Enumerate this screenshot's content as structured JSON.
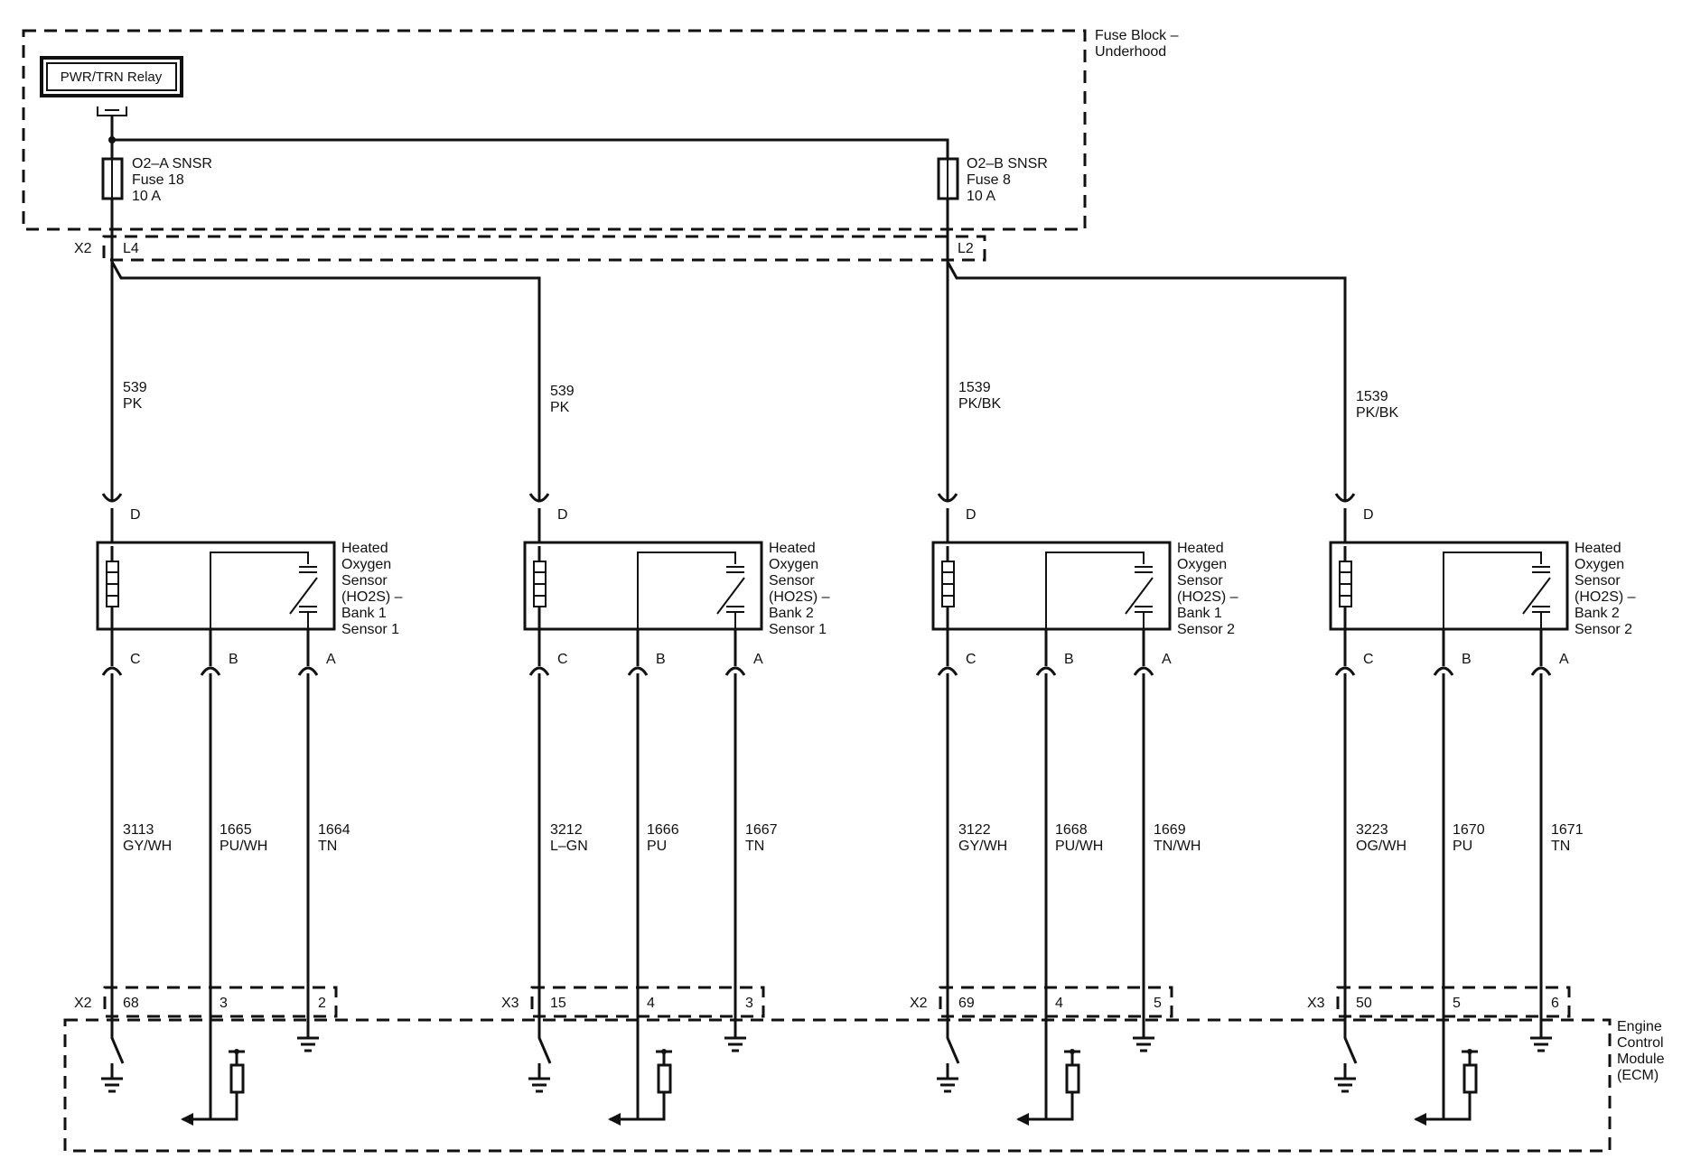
{
  "relay": {
    "label": "PWR/TRN Relay"
  },
  "fuse_block": {
    "line1": "Fuse Block –",
    "line2": "Underhood"
  },
  "fuses": [
    {
      "l1": "O2–A SNSR",
      "l2": "Fuse 18",
      "l3": "10 A"
    },
    {
      "l1": "O2–B SNSR",
      "l2": "Fuse 8",
      "l3": "10 A"
    }
  ],
  "top_connectors": [
    {
      "conn": "X2",
      "pin": "L4"
    },
    {
      "conn": "",
      "pin": "L2"
    }
  ],
  "ecm": {
    "l1": "Engine",
    "l2": "Control",
    "l3": "Module",
    "l4": "(ECM)"
  },
  "sensors": [
    {
      "feed": {
        "circuit": "539",
        "color": "PK"
      },
      "pin_top": "D",
      "name": [
        "Heated",
        "Oxygen",
        "Sensor",
        "(HO2S) –",
        "Bank 1",
        "Sensor 1"
      ],
      "pins": [
        "C",
        "B",
        "A"
      ],
      "wires": [
        {
          "circuit": "3113",
          "color": "GY/WH"
        },
        {
          "circuit": "1665",
          "color": "PU/WH"
        },
        {
          "circuit": "1664",
          "color": "TN"
        }
      ],
      "ecm_conn": "X2",
      "ecm_pins": [
        "68",
        "3",
        "2"
      ]
    },
    {
      "feed": {
        "circuit": "539",
        "color": "PK"
      },
      "pin_top": "D",
      "name": [
        "Heated",
        "Oxygen",
        "Sensor",
        "(HO2S) –",
        "Bank 2",
        "Sensor 1"
      ],
      "pins": [
        "C",
        "B",
        "A"
      ],
      "wires": [
        {
          "circuit": "3212",
          "color": "L–GN"
        },
        {
          "circuit": "1666",
          "color": "PU"
        },
        {
          "circuit": "1667",
          "color": "TN"
        }
      ],
      "ecm_conn": "X3",
      "ecm_pins": [
        "15",
        "4",
        "3"
      ]
    },
    {
      "feed": {
        "circuit": "1539",
        "color": "PK/BK"
      },
      "pin_top": "D",
      "name": [
        "Heated",
        "Oxygen",
        "Sensor",
        "(HO2S) –",
        "Bank 1",
        "Sensor 2"
      ],
      "pins": [
        "C",
        "B",
        "A"
      ],
      "wires": [
        {
          "circuit": "3122",
          "color": "GY/WH"
        },
        {
          "circuit": "1668",
          "color": "PU/WH"
        },
        {
          "circuit": "1669",
          "color": "TN/WH"
        }
      ],
      "ecm_conn": "X2",
      "ecm_pins": [
        "69",
        "4",
        "5"
      ]
    },
    {
      "feed": {
        "circuit": "1539",
        "color": "PK/BK"
      },
      "pin_top": "D",
      "name": [
        "Heated",
        "Oxygen",
        "Sensor",
        "(HO2S) –",
        "Bank 2",
        "Sensor 2"
      ],
      "pins": [
        "C",
        "B",
        "A"
      ],
      "wires": [
        {
          "circuit": "3223",
          "color": "OG/WH"
        },
        {
          "circuit": "1670",
          "color": "PU"
        },
        {
          "circuit": "1671",
          "color": "TN"
        }
      ],
      "ecm_conn": "X3",
      "ecm_pins": [
        "50",
        "5",
        "6"
      ]
    }
  ]
}
